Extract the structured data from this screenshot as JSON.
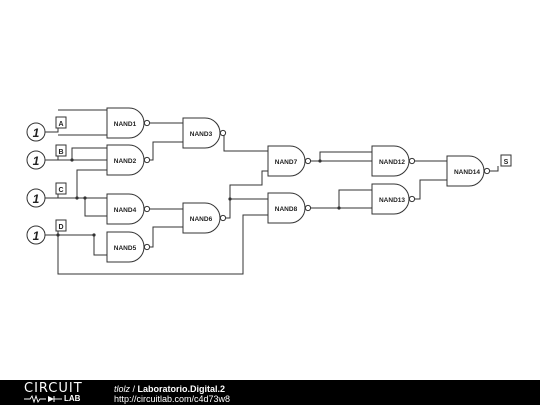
{
  "inputs": [
    {
      "source_value": "1",
      "label": "A"
    },
    {
      "source_value": "1",
      "label": "B"
    },
    {
      "source_value": "1",
      "label": "C"
    },
    {
      "source_value": "1",
      "label": "D"
    }
  ],
  "gates": {
    "nand1": "NAND1",
    "nand2": "NAND2",
    "nand3": "NAND3",
    "nand4": "NAND4",
    "nand5": "NAND5",
    "nand6": "NAND6",
    "nand7": "NAND7",
    "nand8": "NAND8",
    "nand12": "NAND12",
    "nand13": "NAND13",
    "nand14": "NAND14"
  },
  "output": {
    "label": "S"
  },
  "footer": {
    "logo_top": "CIRCUIT",
    "logo_bottom": "LAB",
    "user": "tlolz",
    "separator": " / ",
    "title": "Laboratorio.Digital.2",
    "url": "http://circuitlab.com/c4d73w8"
  }
}
